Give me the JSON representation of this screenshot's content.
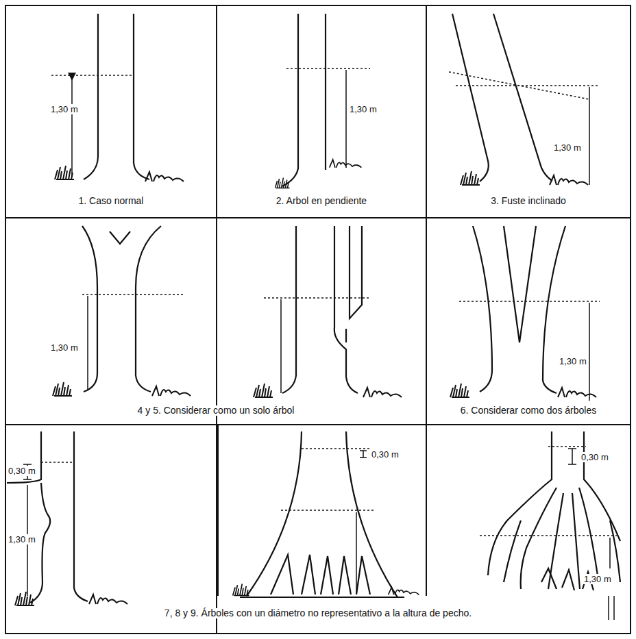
{
  "diagram": {
    "labels": [
      "1,30 m",
      "1,30 m",
      "1,30 m",
      "1. Caso normal",
      "2. Arbol en pendiente",
      "3. Fuste inclinado",
      "1,30 m",
      "1,30 m",
      "4 y 5. Considerar como un solo árbol",
      "6. Considerar como dos árboles",
      "0,30 m",
      "0,30 m",
      "0,30 m",
      "1,30 m",
      "1,30 m",
      "7, 8 y 9. Árboles con un diámetro no representativo a la altura de pecho."
    ]
  }
}
